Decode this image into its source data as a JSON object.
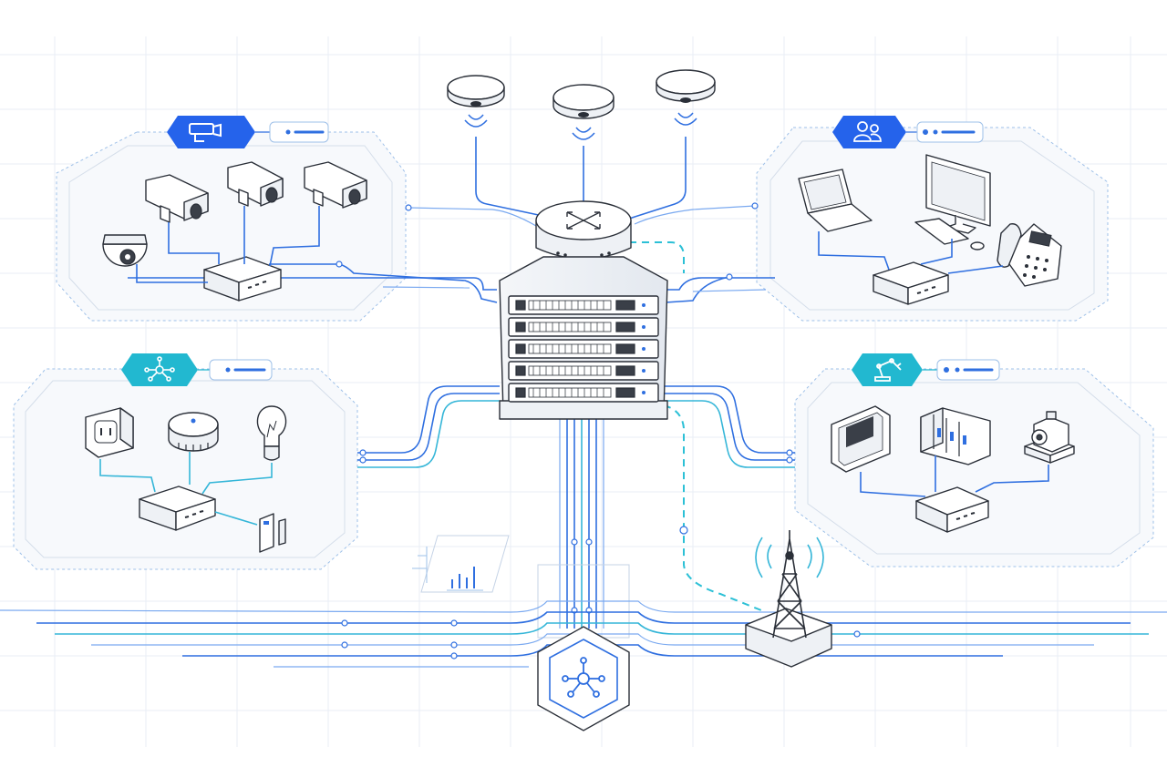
{
  "diagram": {
    "zones": [
      {
        "id": "surveillance",
        "icon": "security-camera-icon",
        "badge_color": "#2563eb"
      },
      {
        "id": "workstations",
        "icon": "users-icon",
        "badge_color": "#2563eb"
      },
      {
        "id": "smart-building",
        "icon": "network-hub-icon",
        "badge_color": "#22b8d0"
      },
      {
        "id": "industrial",
        "icon": "robot-arm-icon",
        "badge_color": "#22b8d0"
      }
    ],
    "core": {
      "icon": "server-rack-icon",
      "units": 5
    },
    "router": {
      "icon": "router-icon"
    },
    "access_points": 3,
    "edge_tower": {
      "icon": "cell-tower-icon"
    },
    "cloud_hub": {
      "icon": "network-hub-icon"
    },
    "colors": {
      "primary": "#2f6fe0",
      "accent": "#22b8d0",
      "outline": "#2a2f38",
      "zone_border": "#9ec0e8"
    }
  }
}
